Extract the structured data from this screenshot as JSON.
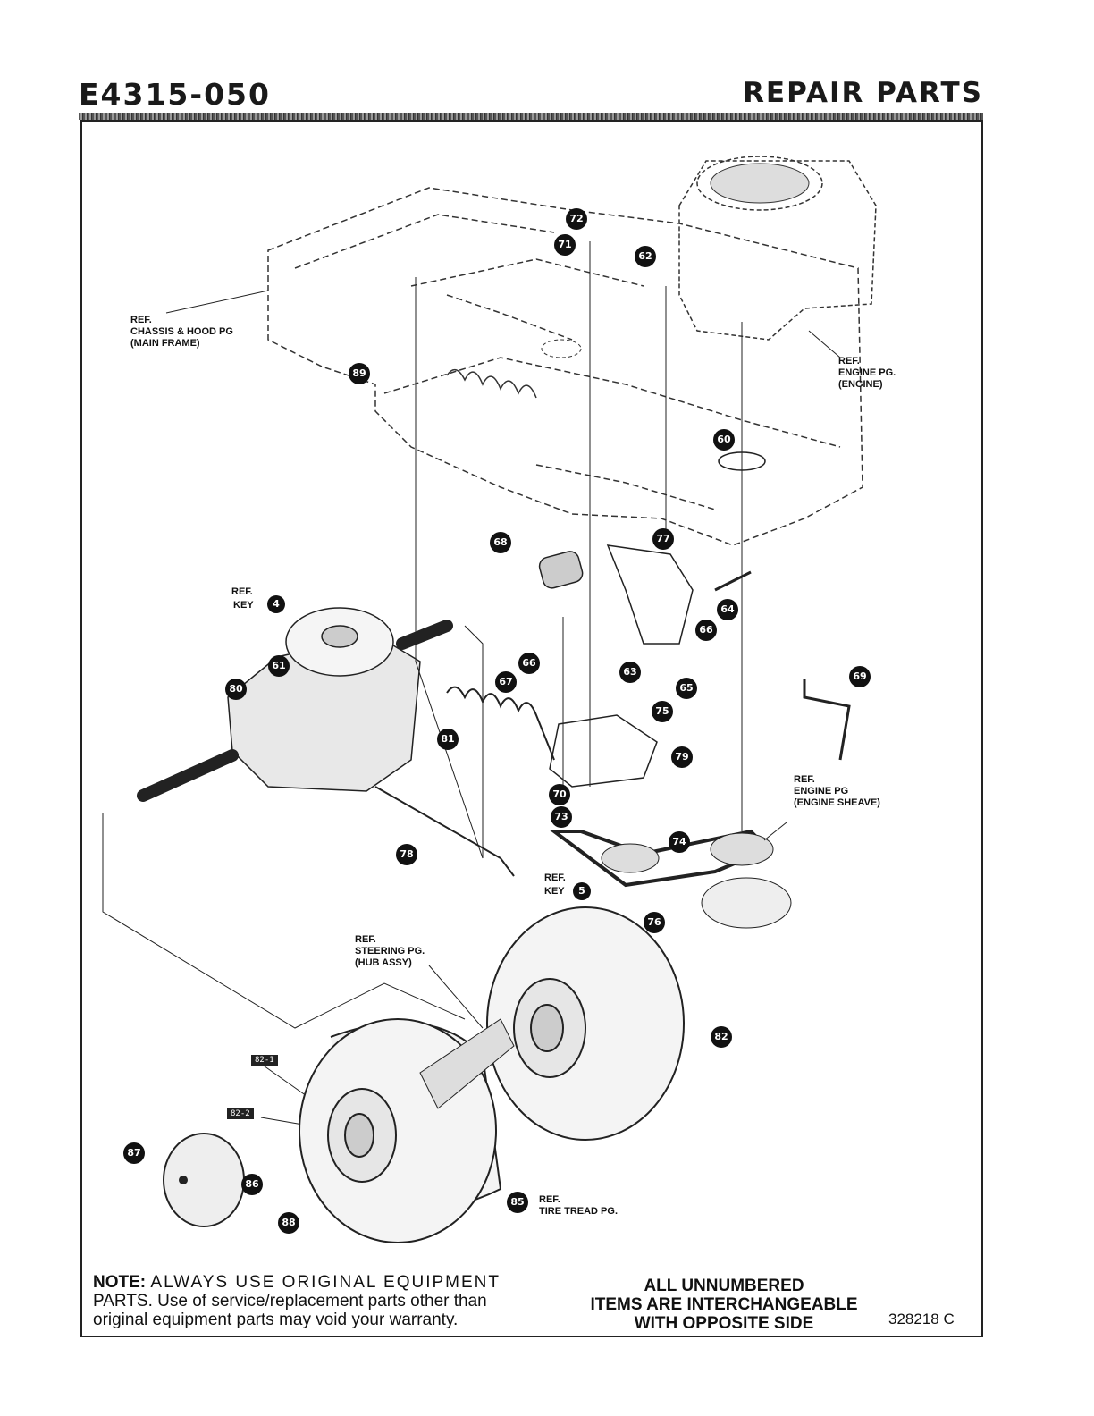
{
  "header": {
    "model": "E4315-050",
    "section": "REPAIR PARTS"
  },
  "parts": {
    "callouts": [
      "72",
      "71",
      "62",
      "89",
      "60",
      "68",
      "77",
      "64",
      "66",
      "63",
      "65",
      "66",
      "67",
      "81",
      "75",
      "69",
      "61",
      "80",
      "79",
      "70",
      "73",
      "74",
      "78",
      "5",
      "76",
      "82",
      "87",
      "86",
      "88",
      "85",
      "4"
    ],
    "sub_tags": [
      "82-1",
      "82-2"
    ]
  },
  "references": {
    "chassis": "REF.\nCHASSIS & HOOD PG\n(MAIN FRAME)",
    "engine": "REF.\nENGINE PG.\n(ENGINE)",
    "key_top_ref": "REF.",
    "key_top_key": "KEY",
    "engine_sheave": "REF.\nENGINE PG\n(ENGINE SHEAVE)",
    "key_bottom_ref": "REF.",
    "key_bottom_key": "KEY",
    "steering": "REF.\nSTEERING PG.\n(HUB ASSY)",
    "tire": "REF.\nTIRE TREAD PG."
  },
  "footer": {
    "note_label": "NOTE:",
    "note_lead": "ALWAYS USE ORIGINAL EQUIPMENT",
    "note_rest": "PARTS. Use of service/replacement parts other than original equipment parts may void your warranty.",
    "interchange_1": "ALL UNNUMBERED",
    "interchange_2": "ITEMS ARE INTERCHANGEABLE",
    "interchange_3": "WITH OPPOSITE SIDE",
    "doc_code": "328218 C"
  }
}
